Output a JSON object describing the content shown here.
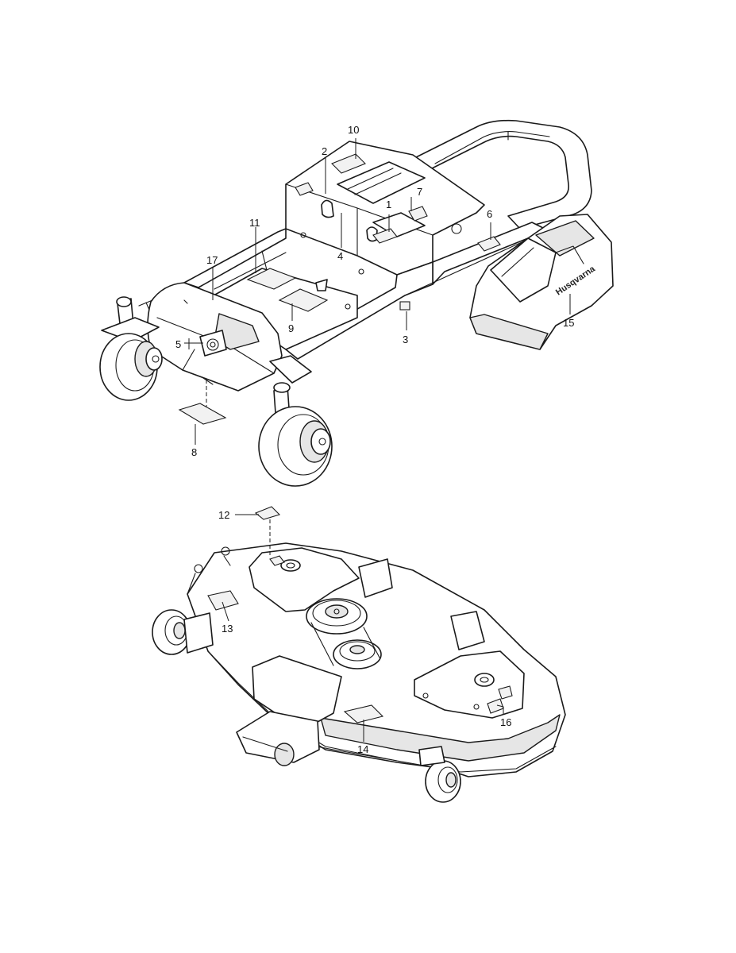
{
  "brand": {
    "fender_wordmark": "Husqvarna"
  },
  "callouts": [
    {
      "id": "c1",
      "label": "1"
    },
    {
      "id": "c2",
      "label": "2"
    },
    {
      "id": "c3",
      "label": "3"
    },
    {
      "id": "c4",
      "label": "4"
    },
    {
      "id": "c5",
      "label": "5"
    },
    {
      "id": "c6",
      "label": "6"
    },
    {
      "id": "c7",
      "label": "7"
    },
    {
      "id": "c8",
      "label": "8"
    },
    {
      "id": "c9",
      "label": "9"
    },
    {
      "id": "c10",
      "label": "10"
    },
    {
      "id": "c11",
      "label": "11"
    },
    {
      "id": "c12",
      "label": "12"
    },
    {
      "id": "c13",
      "label": "13"
    },
    {
      "id": "c14",
      "label": "14"
    },
    {
      "id": "c15",
      "label": "15"
    },
    {
      "id": "c16",
      "label": "16"
    },
    {
      "id": "c17",
      "label": "17"
    }
  ]
}
